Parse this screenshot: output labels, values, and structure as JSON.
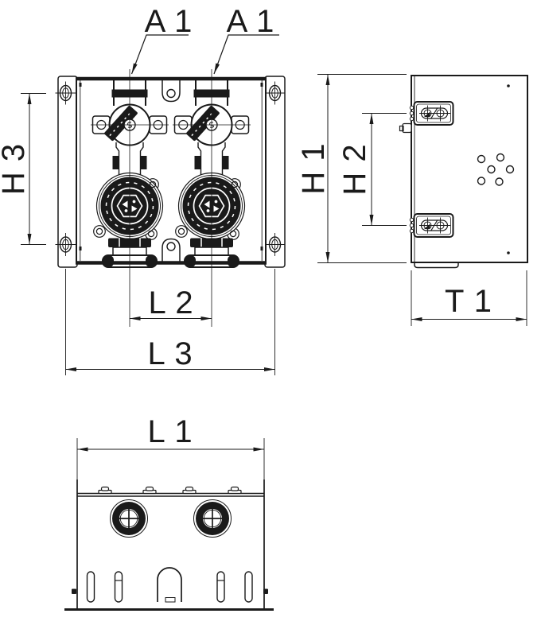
{
  "colors": {
    "line": "#1a1a1a",
    "background": "#ffffff"
  },
  "callouts": {
    "left": "A 1",
    "right": "A 1"
  },
  "dimensions": {
    "h1": "H 1",
    "h2": "H 2",
    "h3": "H 3",
    "l1": "L 1",
    "l2": "L 2",
    "l3": "L 3",
    "t1": "T 1"
  }
}
